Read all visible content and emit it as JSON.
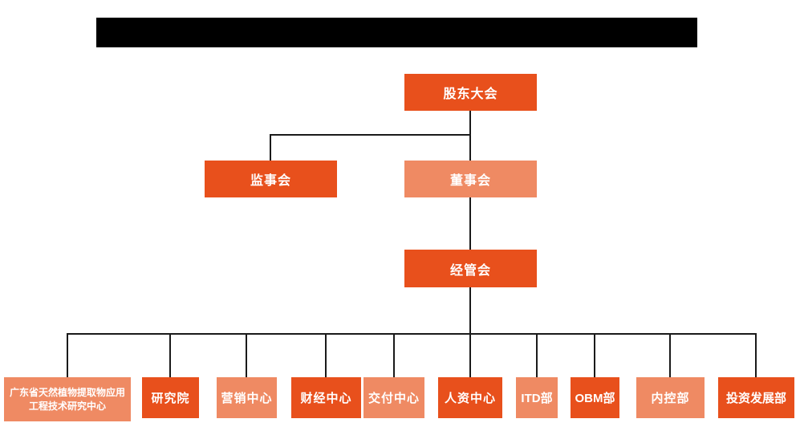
{
  "colors": {
    "primary": "#e8501c",
    "secondary": "#ef8a63",
    "connector": "#1a1a1a",
    "redaction": "#000000",
    "background": "#ffffff",
    "node_text": "#ffffff"
  },
  "org_chart": {
    "redacted_title_bar": true,
    "nodes": {
      "shareholders_meeting": {
        "label": "股东大会",
        "variant": "primary"
      },
      "supervisory_board": {
        "label": "监事会",
        "variant": "primary"
      },
      "board_of_directors": {
        "label": "董事会",
        "variant": "secondary"
      },
      "management_committee": {
        "label": "经管会",
        "variant": "primary"
      },
      "departments": [
        {
          "label": "广东省天然植物提取物应用工程技术研究中心",
          "variant": "secondary"
        },
        {
          "label": "研究院",
          "variant": "primary"
        },
        {
          "label": "营销中心",
          "variant": "secondary"
        },
        {
          "label": "财经中心",
          "variant": "primary"
        },
        {
          "label": "交付中心",
          "variant": "secondary"
        },
        {
          "label": "人资中心",
          "variant": "primary"
        },
        {
          "label": "ITD部",
          "variant": "secondary"
        },
        {
          "label": "OBM部",
          "variant": "primary"
        },
        {
          "label": "内控部",
          "variant": "secondary"
        },
        {
          "label": "投资发展部",
          "variant": "primary"
        }
      ]
    },
    "edges": [
      "shareholders_meeting -> supervisory_board",
      "shareholders_meeting -> board_of_directors",
      "board_of_directors -> management_committee",
      "management_committee -> departments[0..9]"
    ]
  }
}
